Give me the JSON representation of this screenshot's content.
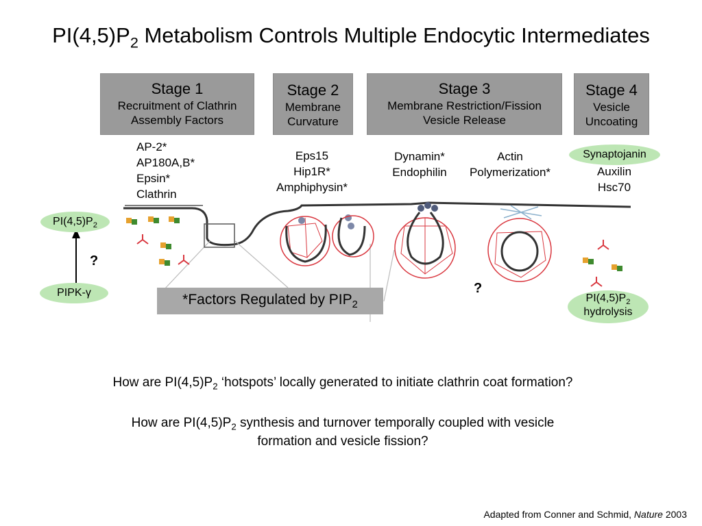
{
  "title": {
    "pre": "PI(4,5)P",
    "sub": "2",
    "post": " Metabolism Controls Multiple Endocytic Intermediates"
  },
  "stages": [
    {
      "title": "Stage 1",
      "lines": [
        "Recruitment of Clathrin",
        "Assembly Factors"
      ]
    },
    {
      "title": "Stage 2",
      "lines": [
        "Membrane",
        "Curvature"
      ]
    },
    {
      "title": "Stage 3",
      "lines": [
        "Membrane Restriction/Fission",
        "Vesicle Release"
      ]
    },
    {
      "title": "Stage 4",
      "lines": [
        "Vesicle",
        "Uncoating"
      ]
    }
  ],
  "factors": {
    "stage1": [
      "AP-2*",
      "AP180A,B*",
      "Epsin*",
      "Clathrin"
    ],
    "stage2": [
      "Eps15",
      "Hip1R*",
      "Amphiphysin*"
    ],
    "stage3a": [
      "Dynamin*",
      "Endophilin"
    ],
    "stage3b": [
      "Actin",
      "Polymerization*"
    ],
    "stage4_highlight": "Synaptojanin",
    "stage4": [
      "Auxilin",
      "Hsc70"
    ]
  },
  "left_labels": {
    "pip2_pre": "PI(4,5)P",
    "pip2_sub": "2",
    "question": "?",
    "pipk_pre": "PIPK-",
    "pipk_symbol": "γ"
  },
  "regulated_box": {
    "pre": "*Factors Regulated by PIP",
    "sub": "2"
  },
  "middle_question": "?",
  "hydrolysis": {
    "pre": "PI(4,5)P",
    "sub": "2",
    "line2": "hydrolysis"
  },
  "questions": {
    "q1_pre": "How are PI(4,5)P",
    "q1_sub": "2",
    "q1_post": " ‘hotspots’ locally generated to initiate clathrin coat formation?",
    "q2_pre": "How are PI(4,5)P",
    "q2_sub": "2",
    "q2_post": " synthesis and turnover temporally coupled with vesicle",
    "q2_line2": "formation and vesicle fission?"
  },
  "footer": {
    "pre": "Adapted from Conner and Schmid, ",
    "journal": "Nature",
    "year": " 2003"
  },
  "colors": {
    "stage_box": "#9a9a9a",
    "pill_green": "#bde6b4",
    "clathrin_red": "#d9363e",
    "adaptor_yellow": "#e6a12e",
    "adaptor_green": "#3f8a2e",
    "dynamin_blue": "#7d88a8"
  }
}
